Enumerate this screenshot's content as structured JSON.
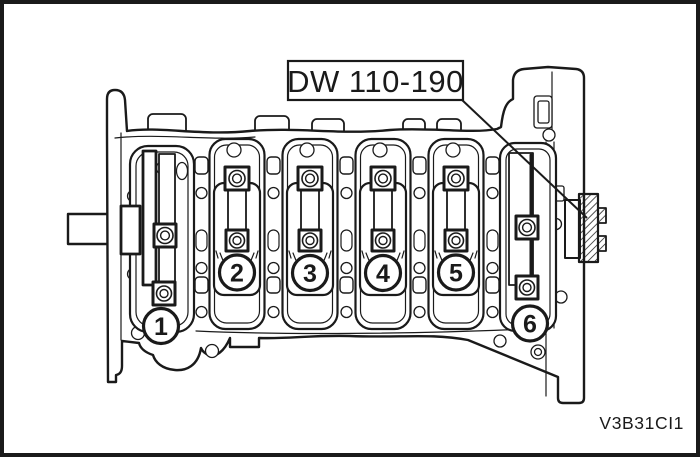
{
  "diagram": {
    "callout": {
      "label": "DW 110-190"
    },
    "figure_code": "V3B31CI1",
    "bearing_caps": [
      {
        "number": "1"
      },
      {
        "number": "2"
      },
      {
        "number": "3"
      },
      {
        "number": "4"
      },
      {
        "number": "5"
      },
      {
        "number": "6"
      }
    ],
    "colors": {
      "line": "#1a1a1a",
      "background": "#ffffff"
    }
  }
}
